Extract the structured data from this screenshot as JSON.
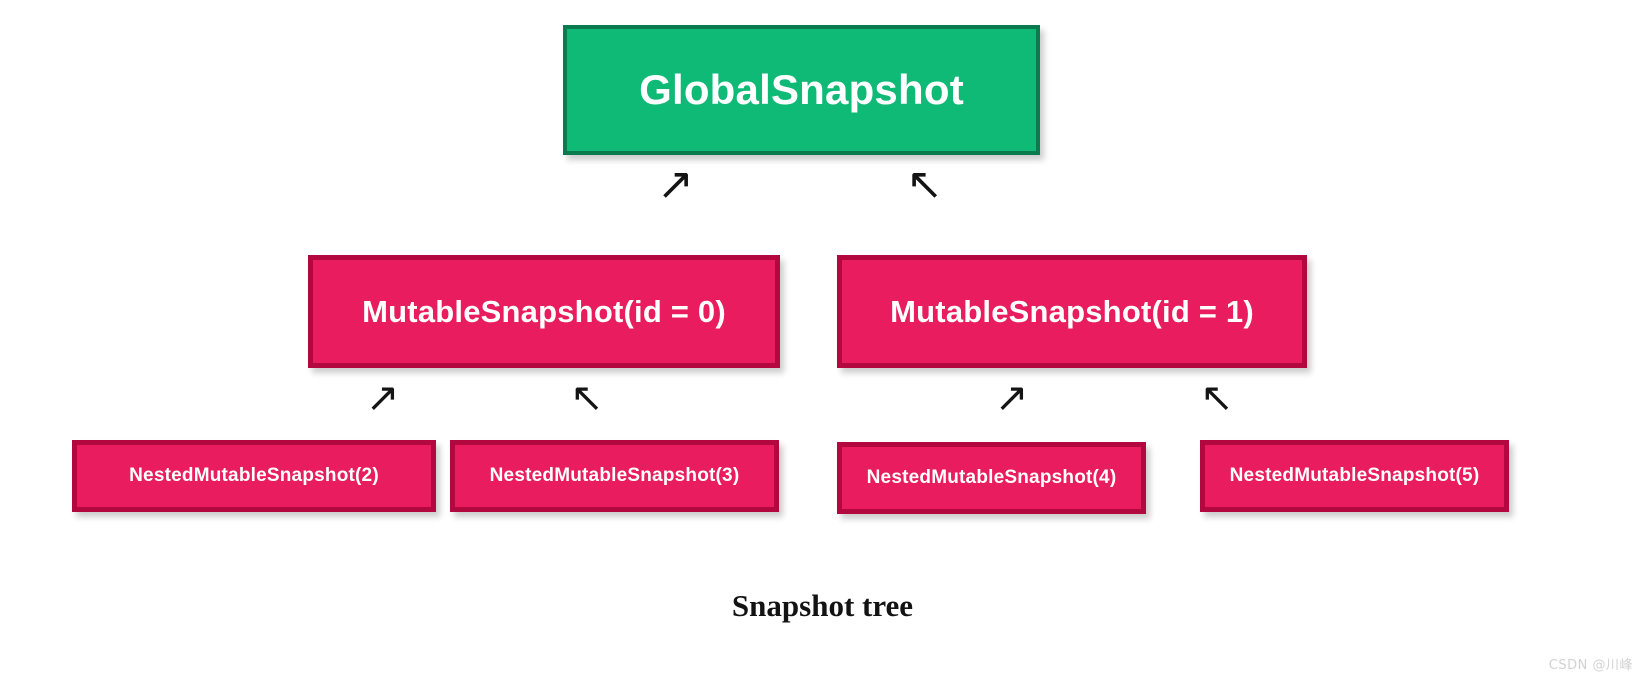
{
  "diagram": {
    "caption": "Snapshot tree",
    "colors": {
      "global_fill": "#0fba77",
      "global_border": "#0b7a4f",
      "mutable_fill": "#e81c5e",
      "mutable_border": "#b3083f",
      "text": "#ffffff",
      "arrow": "#141414",
      "background": "#ffffff",
      "watermark": "#d2d2d2"
    },
    "nodes": {
      "root": {
        "label": "GlobalSnapshot"
      },
      "level1": [
        {
          "label": "MutableSnapshot(id = 0)"
        },
        {
          "label": "MutableSnapshot(id = 1)"
        }
      ],
      "level2": [
        {
          "label": "NestedMutableSnapshot(2)"
        },
        {
          "label": "NestedMutableSnapshot(3)"
        },
        {
          "label": "NestedMutableSnapshot(4)"
        },
        {
          "label": "NestedMutableSnapshot(5)"
        }
      ]
    },
    "arrows": [
      {
        "glyph": "↗",
        "from": "MutableSnapshot(id = 0)",
        "to": "GlobalSnapshot"
      },
      {
        "glyph": "↖",
        "from": "MutableSnapshot(id = 1)",
        "to": "GlobalSnapshot"
      },
      {
        "glyph": "↗",
        "from": "NestedMutableSnapshot(2)",
        "to": "MutableSnapshot(id = 0)"
      },
      {
        "glyph": "↖",
        "from": "NestedMutableSnapshot(3)",
        "to": "MutableSnapshot(id = 0)"
      },
      {
        "glyph": "↗",
        "from": "NestedMutableSnapshot(4)",
        "to": "MutableSnapshot(id = 1)"
      },
      {
        "glyph": "↖",
        "from": "NestedMutableSnapshot(5)",
        "to": "MutableSnapshot(id = 1)"
      }
    ]
  },
  "watermark": {
    "text": "CSDN @川峰"
  }
}
